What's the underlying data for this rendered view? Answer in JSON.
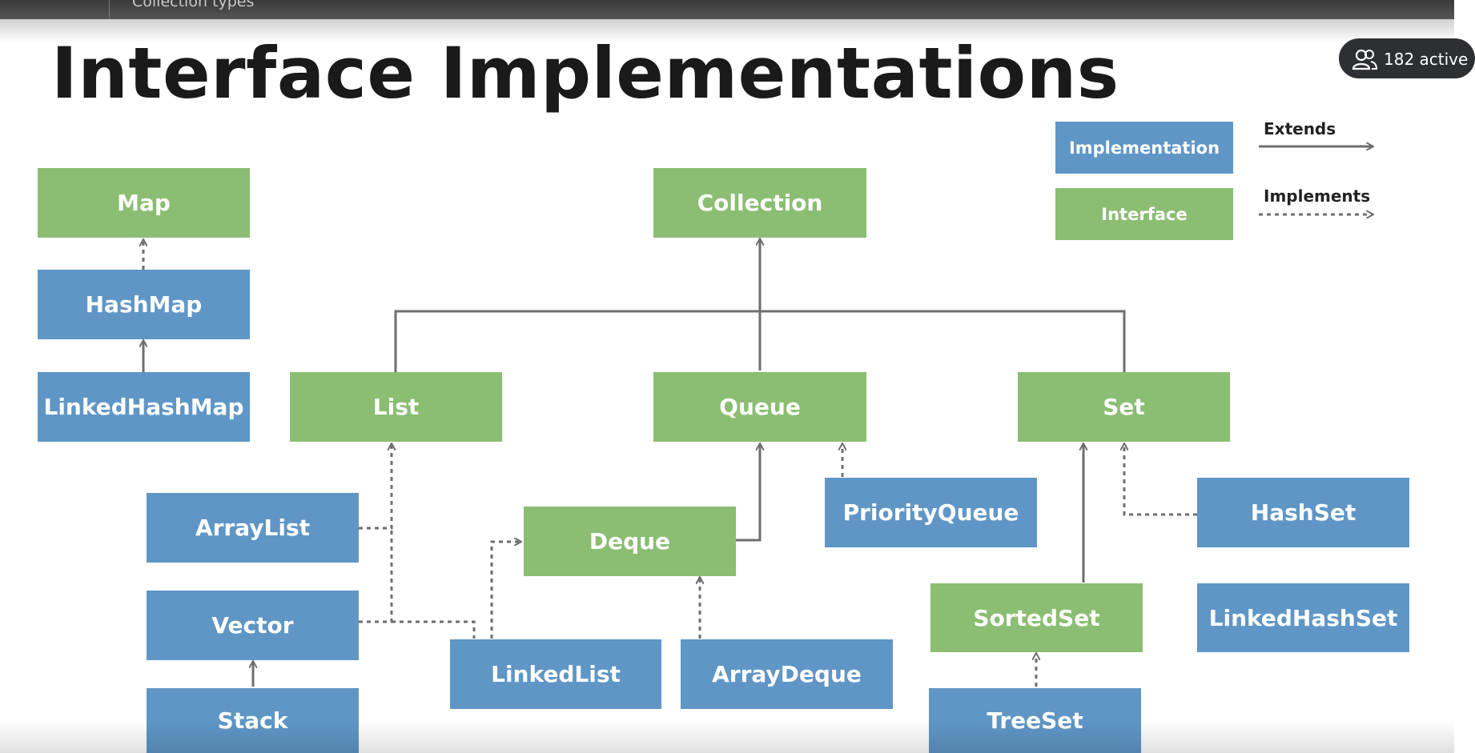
{
  "header": {
    "breadcrumb": "Collection types"
  },
  "viewer": {
    "active_count": "182 active"
  },
  "slide": {
    "title": "Interface Implementations",
    "legend": {
      "implementation": "Implementation",
      "interface": "Interface",
      "extends": "Extends",
      "implements": "Implements"
    },
    "nodes": {
      "map": "Map",
      "hashmap": "HashMap",
      "linkedhashmap": "LinkedHashMap",
      "collection": "Collection",
      "list": "List",
      "queue": "Queue",
      "set": "Set",
      "arraylist": "ArrayList",
      "vector": "Vector",
      "stack": "Stack",
      "deque": "Deque",
      "linkedlist": "LinkedList",
      "arraydeque": "ArrayDeque",
      "priorityqueue": "PriorityQueue",
      "sortedset": "SortedSet",
      "treeset": "TreeSet",
      "hashset": "HashSet",
      "linkedhashset": "LinkedHashSet"
    },
    "colors": {
      "implementation": "#5f96c6",
      "interface": "#8bbd72",
      "line": "#6e6e6e"
    }
  }
}
